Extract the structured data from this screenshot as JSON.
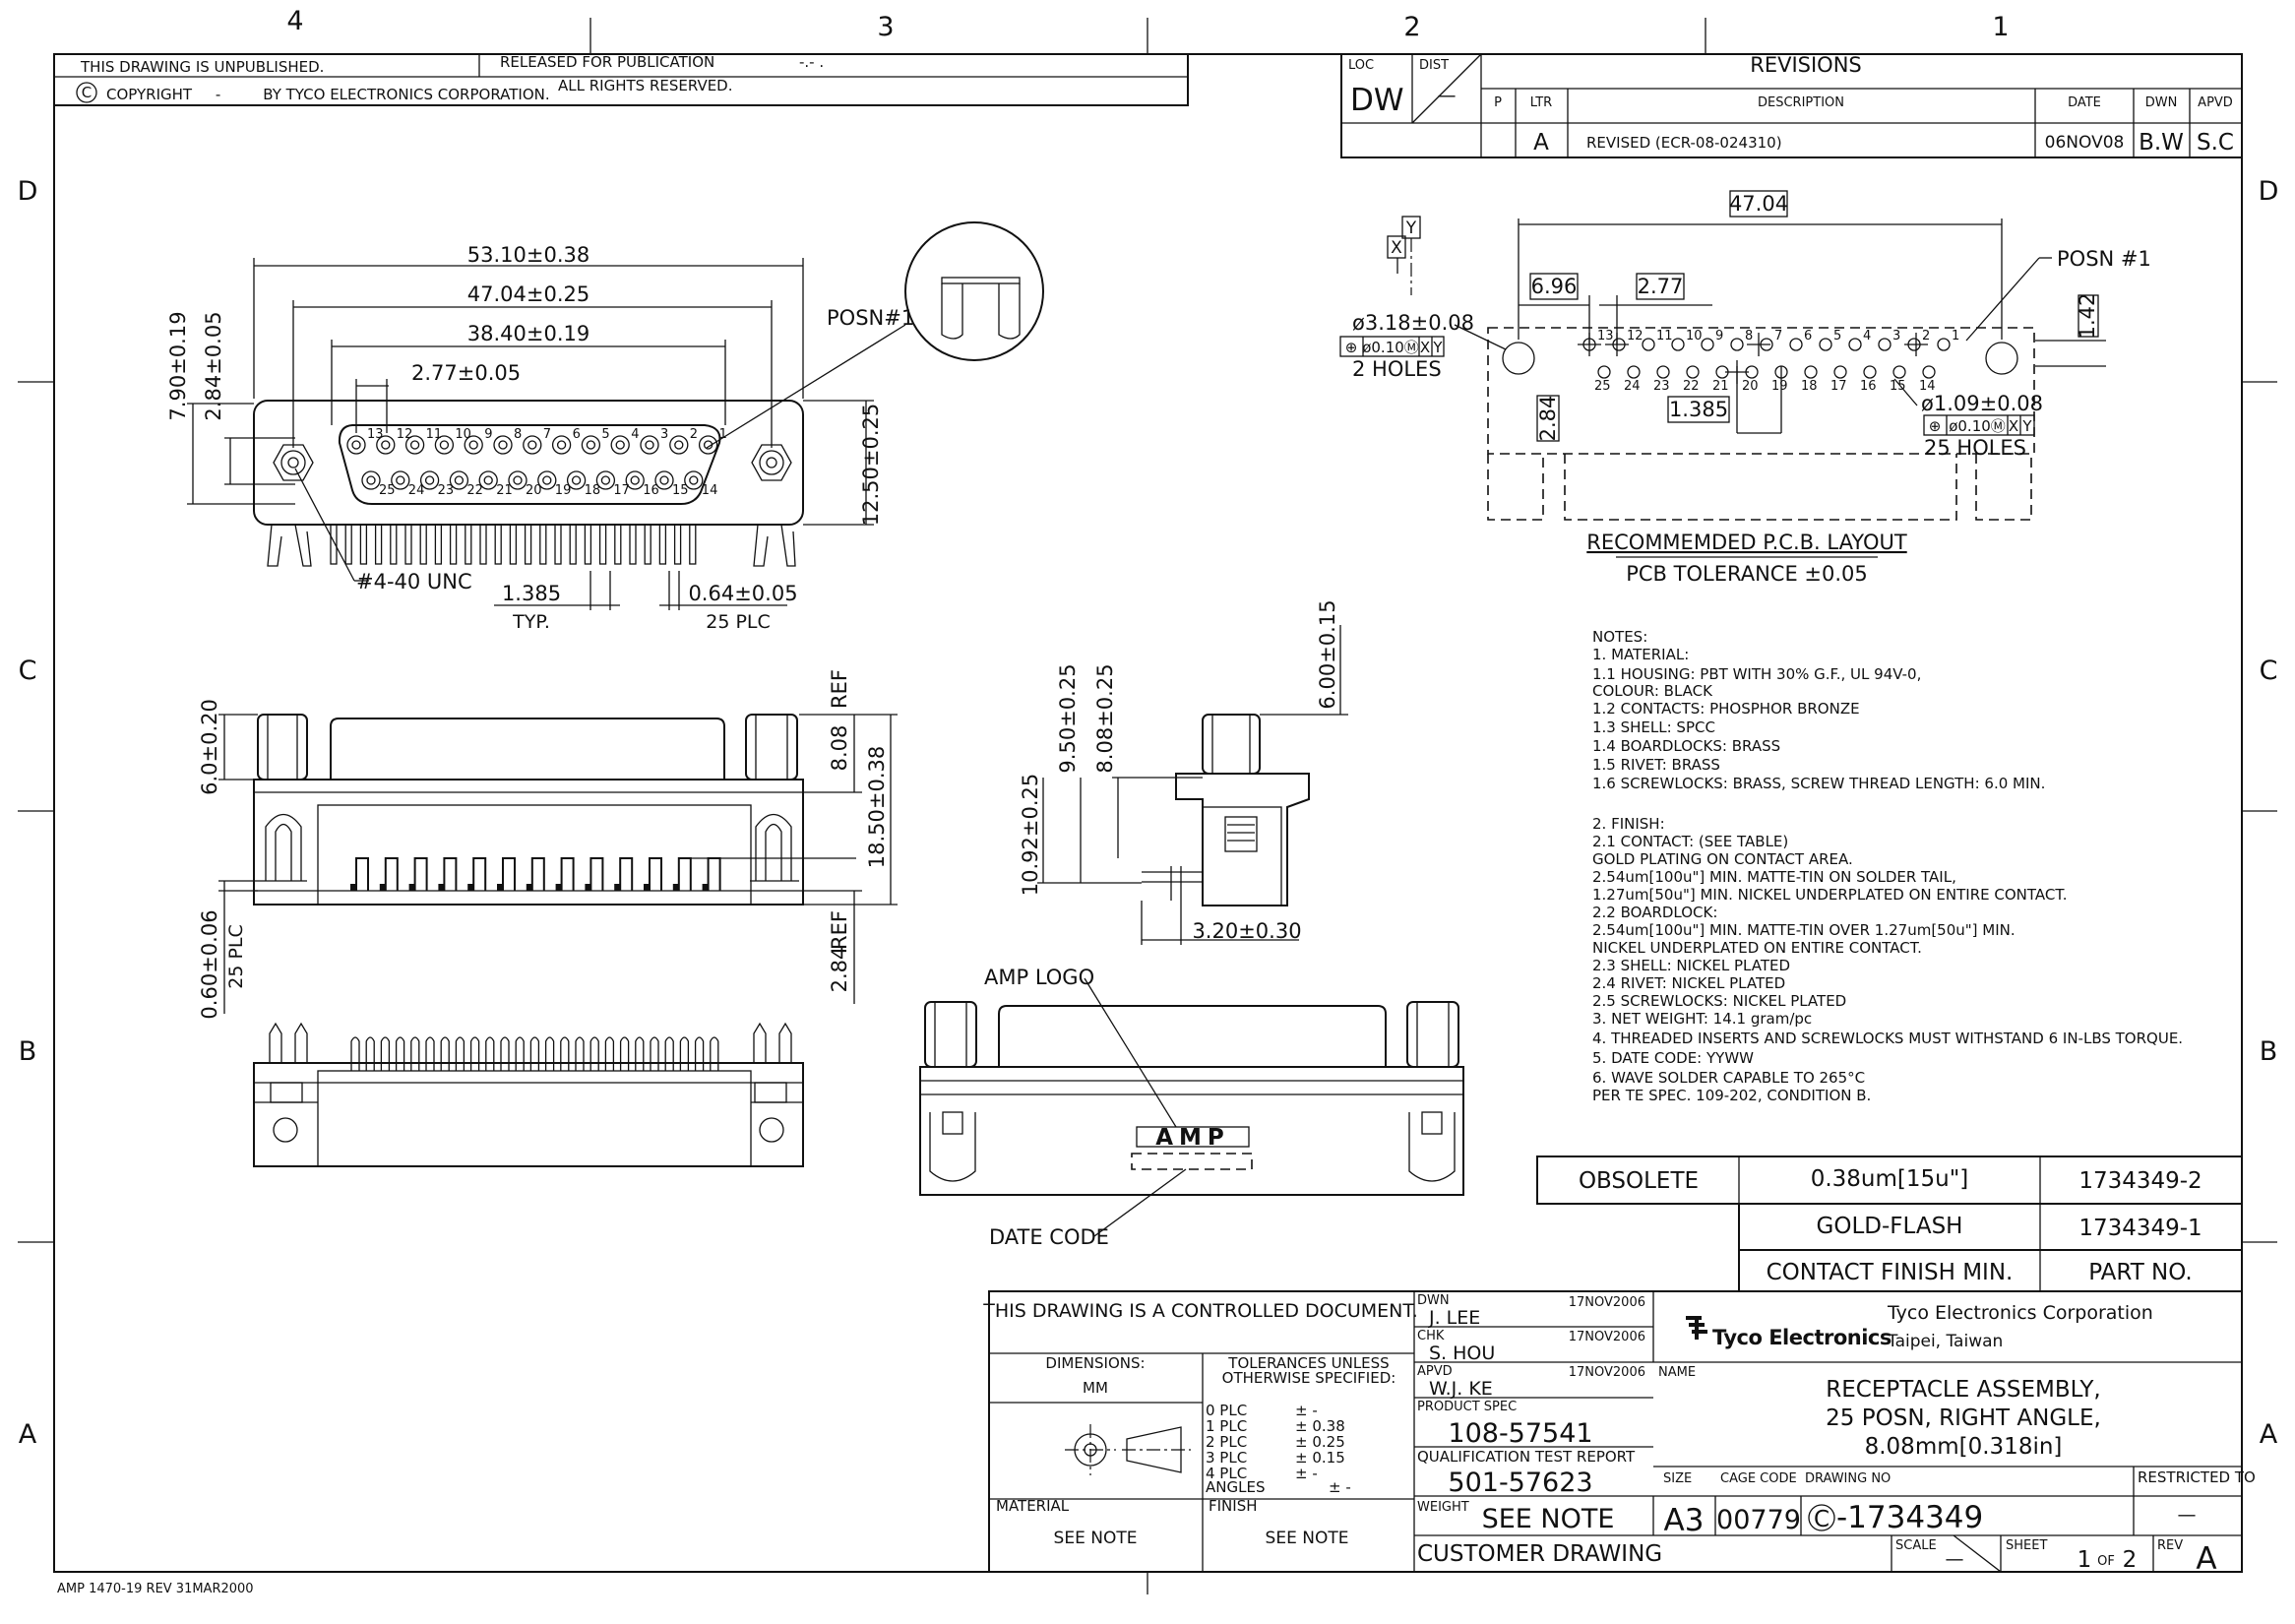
{
  "border": {
    "columns": [
      "4",
      "3",
      "2",
      "1"
    ],
    "rows": [
      "D",
      "C",
      "B",
      "A"
    ]
  },
  "header": {
    "unpublished": "THIS DRAWING IS UNPUBLISHED.",
    "released": "RELEASED FOR PUBLICATION",
    "release_date": "-.-  .",
    "copyright_symbol": "C",
    "copyright": "COPYRIGHT     -         BY TYCO ELECTRONICS CORPORATION.",
    "rights": "ALL RIGHTS RESERVED."
  },
  "revisions": {
    "loc_label": "LOC",
    "loc_value": "DW",
    "dist_label": "DIST",
    "dist_value": "—",
    "title": "REVISIONS",
    "headers": [
      "P",
      "LTR",
      "DESCRIPTION",
      "DATE",
      "DWN",
      "APVD"
    ],
    "rows": [
      {
        "p": "",
        "ltr": "A",
        "description": "REVISED (ECR-08-024310)",
        "date": "06NOV08",
        "dwn": "B.W",
        "apvd": "S.C"
      }
    ]
  },
  "front_view": {
    "dim_overall": "53.10±0.38",
    "dim_screw_spacing": "47.04±0.25",
    "dim_shell": "38.40±0.19",
    "dim_pitch": "2.77±0.05",
    "dim_height_left": "7.90±0.19",
    "dim_row_offset": "2.84±0.05",
    "dim_height_right": "12.50±0.25",
    "posn_label": "POSN#1",
    "thread_label": "#4-40 UNC",
    "tail_pitch": "1.385",
    "tail_pitch_note": "TYP.",
    "tail_width": "0.64±0.05",
    "tail_width_note": "25 PLC",
    "top_row_numbers": [
      "13",
      "12",
      "11",
      "10",
      "9",
      "8",
      "7",
      "6",
      "5",
      "4",
      "3",
      "2",
      "1"
    ],
    "bottom_row_numbers": [
      "25",
      "24",
      "23",
      "22",
      "21",
      "20",
      "19",
      "18",
      "17",
      "16",
      "15",
      "14"
    ]
  },
  "bottom_view": {
    "dim_hex": "6.0±0.20",
    "dim_ref_top": "8.08",
    "ref_label": "REF",
    "dim_total": "18.50±0.38",
    "dim_ref_bottom": "2.84",
    "dim_tail": "0.60±0.06",
    "dim_tail_note": "25 PLC"
  },
  "side_view": {
    "dim_top": "6.00±0.15",
    "dim_a": "9.50±0.25",
    "dim_b": "8.08±0.25",
    "dim_c": "10.92±0.25",
    "dim_depth": "3.20±0.30"
  },
  "rear_view": {
    "logo_label": "AMP LOGO",
    "logo_text": "AMP",
    "date_code_label": "DATE CODE"
  },
  "pcb_layout": {
    "x_label": "X",
    "y_label": "Y",
    "dim_span": "47.04",
    "dim_offset": "6.96",
    "dim_pitch": "2.77",
    "dim_vert": "1.42",
    "dim_row": "2.84",
    "dim_half": "1.385",
    "posn": "POSN #1",
    "mount_hole": "ø3.18±0.08",
    "mount_tol": "ø0.10Ⓜ",
    "mount_count": "2 HOLES",
    "pin_hole": "ø1.09±0.08",
    "pin_tol": "ø0.10Ⓜ",
    "pin_count": "25 HOLES",
    "tol_x": "X",
    "tol_y": "Y",
    "top_numbers": [
      "13",
      "12",
      "11",
      "10",
      "9",
      "8",
      "7",
      "6",
      "5",
      "4",
      "3",
      "2",
      "1"
    ],
    "bottom_numbers": [
      "25",
      "24",
      "23",
      "22",
      "21",
      "20",
      "19",
      "18",
      "17",
      "16",
      "15",
      "14"
    ],
    "title": "RECOMMEMDED P.C.B. LAYOUT",
    "tolerance": "PCB TOLERANCE ±0.05"
  },
  "notes": [
    "NOTES:",
    "1. MATERIAL:",
    "    1.1 HOUSING: PBT WITH 30% G.F., UL 94V-0,",
    "          COLOUR: BLACK",
    "    1.2 CONTACTS: PHOSPHOR BRONZE",
    "    1.3 SHELL: SPCC",
    "    1.4 BOARDLOCKS: BRASS",
    "    1.5 RIVET: BRASS",
    "    1.6 SCREWLOCKS: BRASS, SCREW THREAD LENGTH: 6.0 MIN.",
    "",
    "2. FINISH:",
    "    2.1 CONTACT: (SEE TABLE)",
    "          GOLD PLATING ON CONTACT AREA.",
    "          2.54um[100u\"] MIN. MATTE-TIN ON SOLDER TAIL,",
    "          1.27um[50u\"] MIN. NICKEL UNDERPLATED ON ENTIRE CONTACT.",
    "    2.2 BOARDLOCK:",
    "          2.54um[100u\"] MIN. MATTE-TIN OVER 1.27um[50u\"] MIN.",
    "          NICKEL UNDERPLATED ON ENTIRE CONTACT.",
    "    2.3 SHELL: NICKEL PLATED",
    "    2.4 RIVET: NICKEL PLATED",
    "    2.5 SCREWLOCKS: NICKEL PLATED",
    "3. NET WEIGHT:   14.1 gram/pc",
    "4. THREADED INSERTS AND SCREWLOCKS MUST WITHSTAND 6 IN-LBS TORQUE.",
    "5. DATE CODE: YYWW",
    "6. WAVE SOLDER CAPABLE TO 265°C",
    "    PER TE SPEC. 109-202, CONDITION B."
  ],
  "part_table": {
    "rows": [
      {
        "status": "OBSOLETE",
        "finish": "0.38um[15u\"]",
        "part": "1734349-2"
      },
      {
        "status": "",
        "finish": "GOLD-FLASH",
        "part": "1734349-1"
      }
    ],
    "finish_header": "CONTACT FINISH MIN.",
    "part_header": "PART NO."
  },
  "title_block": {
    "controlled": "THIS DRAWING IS A CONTROLLED DOCUMENT.",
    "dimensions_label": "DIMENSIONS:",
    "dimensions_unit": "MM",
    "tolerances_label_1": "TOLERANCES UNLESS",
    "tolerances_label_2": "OTHERWISE SPECIFIED:",
    "tolerances": [
      {
        "k": "0 PLC",
        "v": "± -"
      },
      {
        "k": "1 PLC",
        "v": "± 0.38"
      },
      {
        "k": "2 PLC",
        "v": "± 0.25"
      },
      {
        "k": "3 PLC",
        "v": "± 0.15"
      },
      {
        "k": "4 PLC",
        "v": "± -"
      },
      {
        "k": "ANGLES",
        "v": "± -"
      }
    ],
    "material_label": "MATERIAL",
    "material_value": "SEE NOTE",
    "finish_label": "FINISH",
    "finish_value": "SEE NOTE",
    "dwn_label": "DWN",
    "dwn_name": "J. LEE",
    "dwn_date": "17NOV2006",
    "chk_label": "CHK",
    "chk_name": "S. HOU",
    "chk_date": "17NOV2006",
    "apvd_label": "APVD",
    "apvd_name": "W.J. KE",
    "apvd_date": "17NOV2006",
    "product_spec_label": "PRODUCT SPEC",
    "product_spec": "108-57541",
    "qual_label": "QUALIFICATION TEST REPORT",
    "qual_value": "501-57623",
    "weight_label": "WEIGHT",
    "weight_value": "SEE NOTE",
    "customer_drawing": "CUSTOMER DRAWING",
    "company_logo": "Tyco Electronics",
    "company_name": "Tyco Electronics Corporation",
    "company_location": "Taipei, Taiwan",
    "name_label": "NAME",
    "name_line1": "RECEPTACLE ASSEMBLY,",
    "name_line2": "25 POSN, RIGHT ANGLE,",
    "name_line3": "8.08mm[0.318in]",
    "size_label": "SIZE",
    "size_value": "A3",
    "cage_label": "CAGE CODE",
    "cage_value": "00779",
    "drawing_no_label": "DRAWING NO",
    "drawing_no_prefix": "C",
    "drawing_no": "-1734349",
    "restricted_label": "RESTRICTED TO",
    "restricted_value": "—",
    "scale_label": "SCALE",
    "scale_value": "—",
    "sheet_label": "SHEET",
    "sheet_value": "1",
    "sheet_of": "OF",
    "sheet_total": "2",
    "rev_label": "REV",
    "rev_value": "A"
  },
  "footer": "AMP 1470-19 REV 31MAR2000"
}
